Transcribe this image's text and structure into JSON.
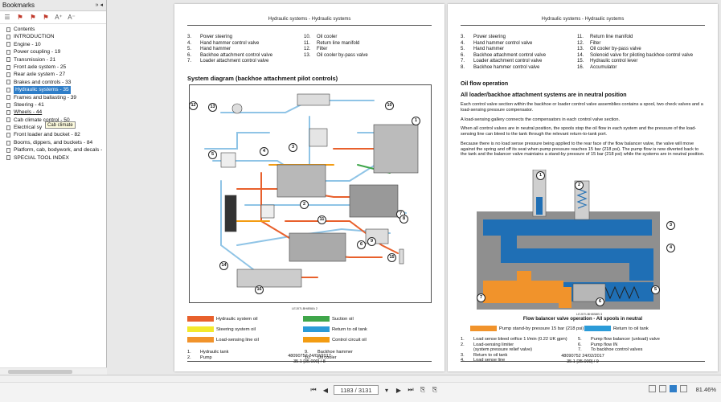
{
  "bookmarks_panel": {
    "title": "Bookmarks",
    "controls": "» ◂",
    "tooltip": "Cab climate",
    "items": [
      {
        "label": "Contents"
      },
      {
        "label": "INTRODUCTION"
      },
      {
        "label": "Engine - 10"
      },
      {
        "label": "Power coupling - 19"
      },
      {
        "label": "Transmission - 21"
      },
      {
        "label": "Front axle system - 25"
      },
      {
        "label": "Rear axle system - 27"
      },
      {
        "label": "Brakes and controls - 33"
      },
      {
        "label": "Hydraulic systems - 35"
      },
      {
        "label": "Frames and ballasting - 39"
      },
      {
        "label": "Steering - 41"
      },
      {
        "label": "Wheels - 44"
      },
      {
        "label": "Cab climate control - 50"
      },
      {
        "label": "Electrical sy"
      },
      {
        "label": "Front loader and bucket - 82"
      },
      {
        "label": "Booms, dippers, and buckets - 84"
      },
      {
        "label": "Platform, cab, bodywork, and decals -"
      },
      {
        "label": "SPECIAL TOOL INDEX"
      }
    ]
  },
  "page_left": {
    "header": "Hydraulic systems - Hydraulic systems",
    "items_col1": [
      {
        "n": "3.",
        "t": "Power steering"
      },
      {
        "n": "4.",
        "t": "Hand hammer control valve"
      },
      {
        "n": "5.",
        "t": "Hand hammer"
      },
      {
        "n": "6.",
        "t": "Backhoe attachment control valve"
      },
      {
        "n": "7.",
        "t": "Loader attachment control valve"
      }
    ],
    "items_col2": [
      {
        "n": "10.",
        "t": "Oil cooler"
      },
      {
        "n": "11.",
        "t": "Return line manifold"
      },
      {
        "n": "12.",
        "t": "Filter"
      },
      {
        "n": "13.",
        "t": "Oil cooler by-pass valve"
      },
      {
        "n": "",
        "t": ""
      }
    ],
    "diagram_title": "System diagram (backhoe attachment pilot controls)",
    "diagram_caption": "LEJ07LBH8B8A    2",
    "callouts": [
      "1",
      "2",
      "3",
      "4",
      "5",
      "6",
      "7",
      "8",
      "9",
      "10",
      "11",
      "12",
      "13",
      "14",
      "15",
      "16"
    ],
    "key": [
      {
        "label": "Hydraulic system oil",
        "color": "#e8602c"
      },
      {
        "label": "Suction oil",
        "color": "#3fa64a"
      },
      {
        "label": "Steering system oil",
        "color": "#f3e92b"
      },
      {
        "label": "Return to oil tank",
        "color": "#2b9bd8"
      },
      {
        "label": "Load-sensing line oil",
        "color": "#f1932b"
      },
      {
        "label": "Control circuit oil",
        "color": "#f39c12"
      }
    ],
    "bottom_col1": [
      {
        "n": "1.",
        "t": "Hydraulic tank"
      },
      {
        "n": "2.",
        "t": "Pump"
      }
    ],
    "bottom_col2": [
      {
        "n": "9.",
        "t": "Backhoe hammer"
      },
      {
        "n": "10.",
        "t": "Oil cooler"
      }
    ],
    "footer_id": "48090752 24/02/2017",
    "footer_page": "35.1 [35.000] / 8"
  },
  "page_right": {
    "header": "Hydraulic systems - Hydraulic systems",
    "items_col1": [
      {
        "n": "3.",
        "t": "Power steering"
      },
      {
        "n": "4.",
        "t": "Hand hammer control valve"
      },
      {
        "n": "5.",
        "t": "Hand hammer"
      },
      {
        "n": "6.",
        "t": "Backhoe attachment control valve"
      },
      {
        "n": "7.",
        "t": "Loader attachment control valve"
      },
      {
        "n": "8.",
        "t": "Backhoe hammer control valve"
      }
    ],
    "items_col2": [
      {
        "n": "11.",
        "t": "Return line manifold"
      },
      {
        "n": "12.",
        "t": "Filter"
      },
      {
        "n": "13.",
        "t": "Oil cooler by-pass valve"
      },
      {
        "n": "14.",
        "t": "Solenoid valve for piloting backhoe control valve"
      },
      {
        "n": "15.",
        "t": "Hydraulic control lever"
      },
      {
        "n": "16.",
        "t": "Accumulator"
      }
    ],
    "section_title": "Oil flow operation",
    "subsection_title": "All loader/backhoe attachment systems are in neutral position",
    "paragraphs": [
      "Each control valve section within the backhoe or loader control valve assemblies contains a spool, two check valves and a load-sensing pressure compensator.",
      "A load-sensing gallery connects the compensators in each control valve section.",
      "When all control valves are in neutral position, the spools stop the oil flow in each system and the pressure of the load-sensing line can bleed to the tank through the relevant return-to-tank port.",
      "Because there is no load sense pressure being applied to the rear face of the flow balancer valve, the valve will move against the spring and off its seat when pump pressure reaches 15 bar (218 psi). The pump flow is now diverted back to the tank and the balancer valve maintains a stand-by pressure of 15 bar (218 psi) while the systems are in neutral position."
    ],
    "figure_caption_id": "LEJ07LBH8B8B    3",
    "figure_title": "Flow balancer valve operation - All spools in neutral",
    "figure_callouts": [
      "1",
      "2",
      "3",
      "4",
      "5",
      "6",
      "7"
    ],
    "key": [
      {
        "label": "Pump stand-by pressure 15 bar (218 psi)",
        "color": "#f1932b"
      },
      {
        "label": "Return to oil tank",
        "color": "#2b9bd8"
      }
    ],
    "bottom_col1": [
      {
        "n": "1.",
        "t": "Load sense bleed orifice 1 l/min (0.22 UK gpm)"
      },
      {
        "n": "2.",
        "t": "Load-sensing limiter"
      },
      {
        "n": "",
        "t": "(system pressure relief valve)"
      },
      {
        "n": "3.",
        "t": "Return to oil tank"
      },
      {
        "n": "4.",
        "t": "Load sense line"
      }
    ],
    "bottom_col2": [
      {
        "n": "5.",
        "t": "Pump flow balancer (unload) valve"
      },
      {
        "n": "6.",
        "t": "Pump flow IN"
      },
      {
        "n": "",
        "t": ""
      },
      {
        "n": "7.",
        "t": "To backhoe control valves"
      },
      {
        "n": "",
        "t": ""
      }
    ],
    "footer_id": "48090752 24/02/2017",
    "footer_page": "35.1 [35.000] / 9"
  },
  "statusbar": {
    "page_field": "1183 / 3131",
    "zoom": "81.46%"
  }
}
